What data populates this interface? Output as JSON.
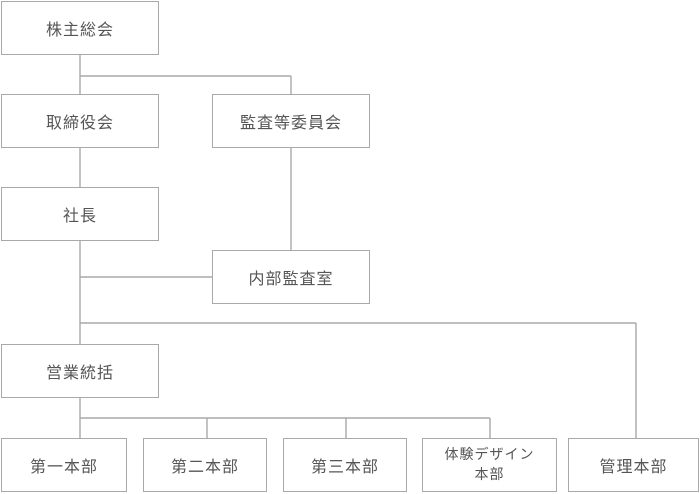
{
  "org": {
    "shareholders": "株主総会",
    "board": "取締役会",
    "audit_committee": "監査等委員会",
    "president": "社長",
    "internal_audit": "内部監査室",
    "sales_supervision": "営業統括",
    "division_1": "第一本部",
    "division_2": "第二本部",
    "division_3": "第三本部",
    "experience_design_line1": "体験デザイン",
    "experience_design_line2": "本部",
    "management": "管理本部"
  },
  "colors": {
    "border": "#a9a9a9",
    "text": "#555555",
    "background": "#ffffff"
  }
}
